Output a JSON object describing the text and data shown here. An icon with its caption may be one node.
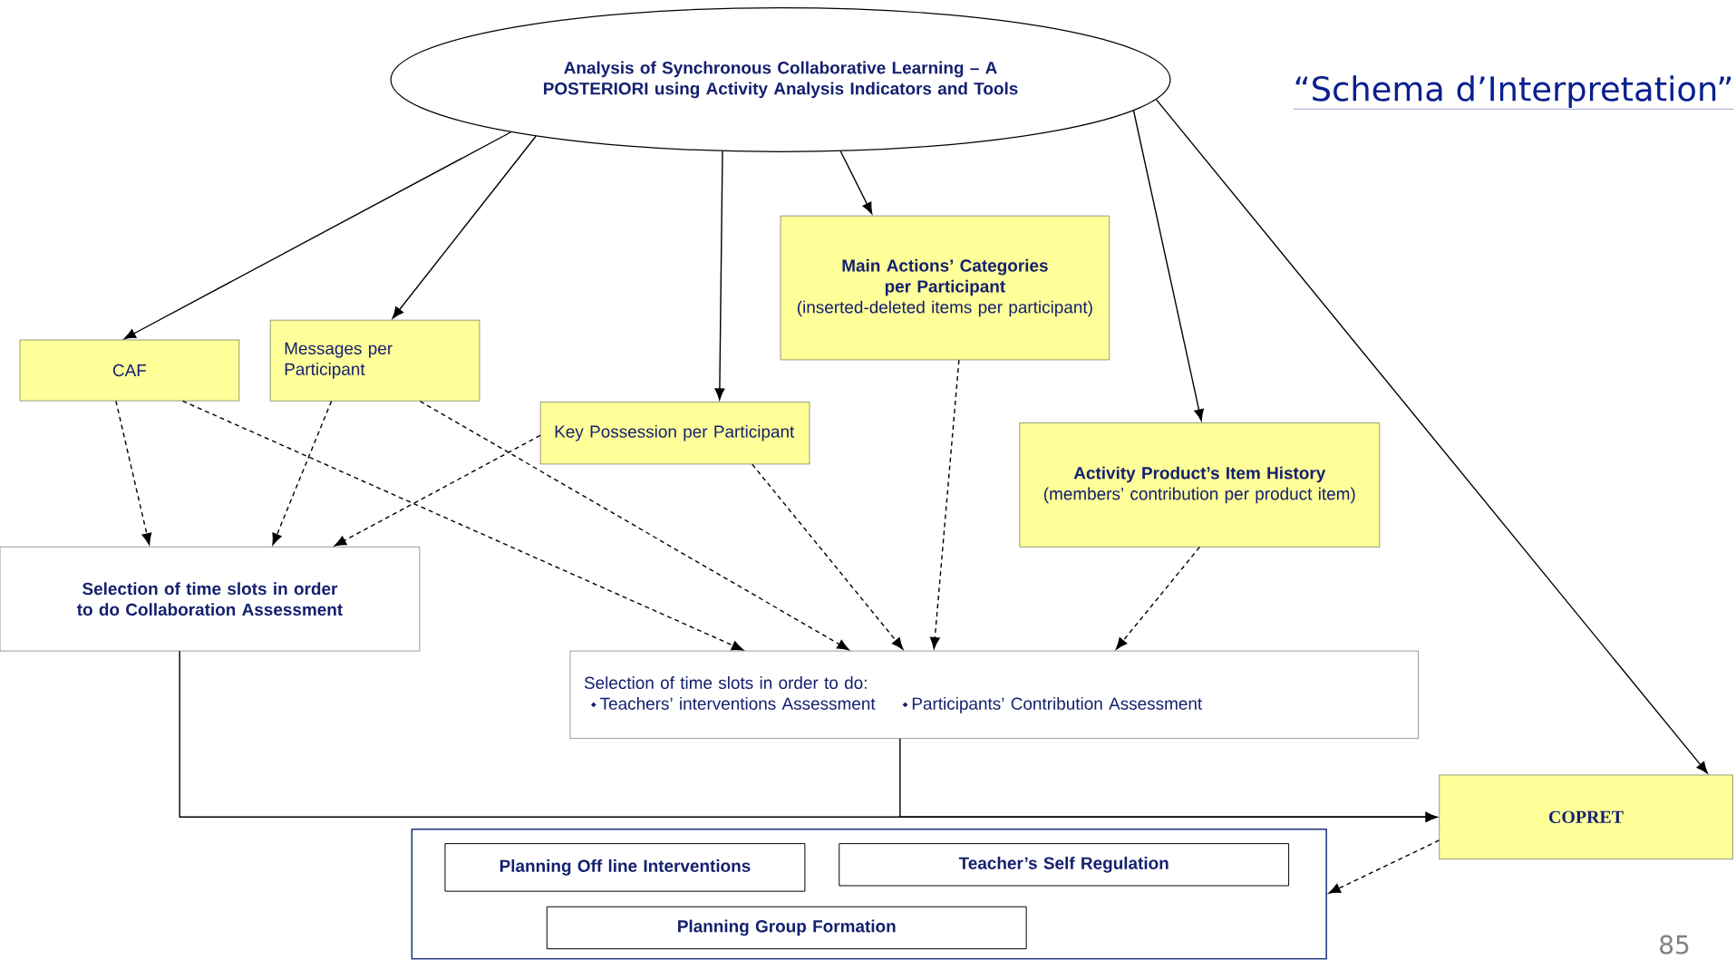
{
  "diagram": {
    "title": "“Schema d’Interpretation”",
    "nodes": [
      {
        "text": [
          "Analysis of Synchronous Collaborative Learning – A POSTERIORI using Activity Analysis Indicators and Tools"
        ]
      },
      {
        "text": [
          "CAF"
        ]
      },
      {
        "text": [
          "Messages per Participant"
        ]
      },
      {
        "text": [
          "Key Possession per Participant"
        ]
      },
      {
        "text": [
          "Main Actions’ Categories per Participant",
          "(inserted-deleted items per participant)"
        ]
      },
      {
        "text": [
          "Activity Product’s Item History",
          "(members’ contribution per product item)"
        ]
      },
      {
        "text": [
          "Selection of time slots in order to do Collaboration Assessment"
        ]
      },
      {
        "text": [
          "Selection of time slots in order to do:",
          "Teachers’ interventions  Assessment",
          "Participants’  Contribution Assessment"
        ]
      },
      {
        "text": [
          "COPRET"
        ]
      },
      {
        "text": [],
        "shape": "box"
      },
      {
        "text": [
          "Planning Off line Interventions"
        ],
        "in": 9
      },
      {
        "text": [
          "Teacher’s Self Regulation"
        ],
        "in": 9
      },
      {
        "text": [
          "Planning Group Formation"
        ],
        "in": 9
      }
    ],
    "edges": [
      {
        "from": 0,
        "to": 1,
        "arrow": "to"
      },
      {
        "from": 0,
        "to": 2,
        "arrow": "to"
      },
      {
        "from": 0,
        "to": 3,
        "arrow": "to"
      },
      {
        "from": 0,
        "to": 4,
        "arrow": "to"
      },
      {
        "from": 0,
        "to": 5,
        "arrow": "to"
      },
      {
        "from": 0,
        "to": 8,
        "arrow": "to"
      },
      {
        "from": 1,
        "to": 6,
        "arrow": "to",
        "style": "dashed"
      },
      {
        "from": 2,
        "to": 6,
        "arrow": "to",
        "style": "dashed"
      },
      {
        "from": 3,
        "to": 6,
        "arrow": "to",
        "style": "dashed"
      },
      {
        "from": 1,
        "to": 7,
        "arrow": "to",
        "style": "dashed"
      },
      {
        "from": 2,
        "to": 7,
        "arrow": "to",
        "style": "dashed"
      },
      {
        "from": 3,
        "to": 7,
        "arrow": "to",
        "style": "dashed"
      },
      {
        "from": 4,
        "to": 7,
        "arrow": "to",
        "style": "dashed"
      },
      {
        "from": 5,
        "to": 7,
        "arrow": "to",
        "style": "dashed"
      },
      {
        "from": 6,
        "to": 8,
        "arrow": "to"
      },
      {
        "from": 7,
        "to": 8,
        "arrow": "to"
      },
      {
        "from": 8,
        "to": 9,
        "arrow": "to",
        "style": "dashed"
      }
    ],
    "labels": [
      "85"
    ]
  }
}
